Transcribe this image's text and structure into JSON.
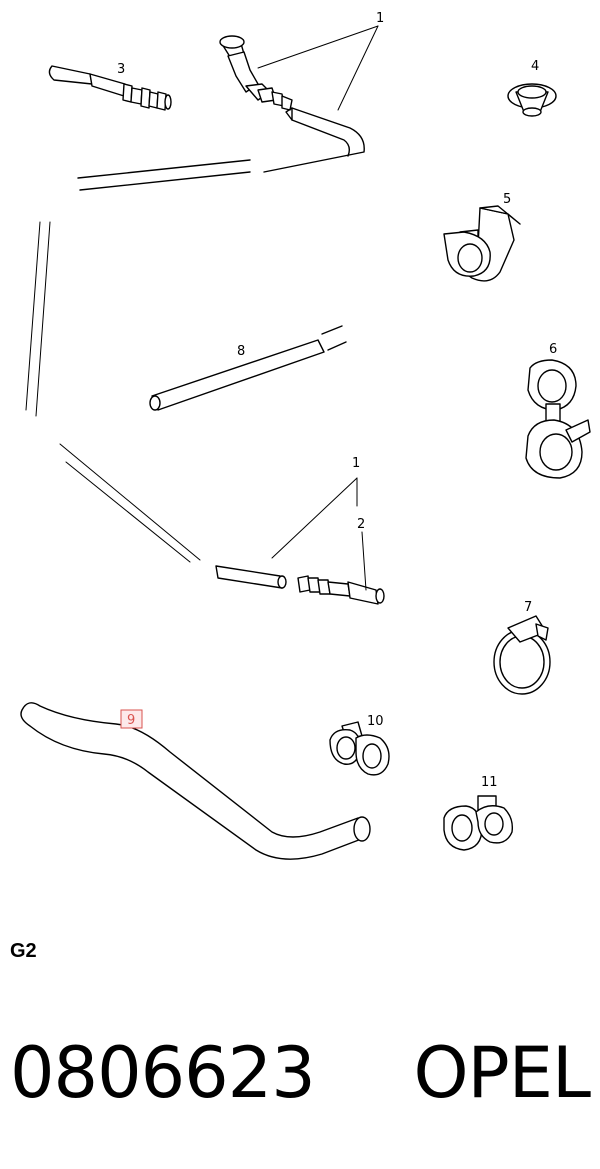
{
  "callouts": {
    "c1_top": "1",
    "c3": "3",
    "c4": "4",
    "c5": "5",
    "c6": "6",
    "c8": "8",
    "c1_mid": "1",
    "c2": "2",
    "c7": "7",
    "c9": "9",
    "c10": "10",
    "c11": "11"
  },
  "highlight_color": "#d9534f",
  "section_code": "G2",
  "footer": {
    "part_number": "0806623",
    "brand": "OPEL"
  }
}
